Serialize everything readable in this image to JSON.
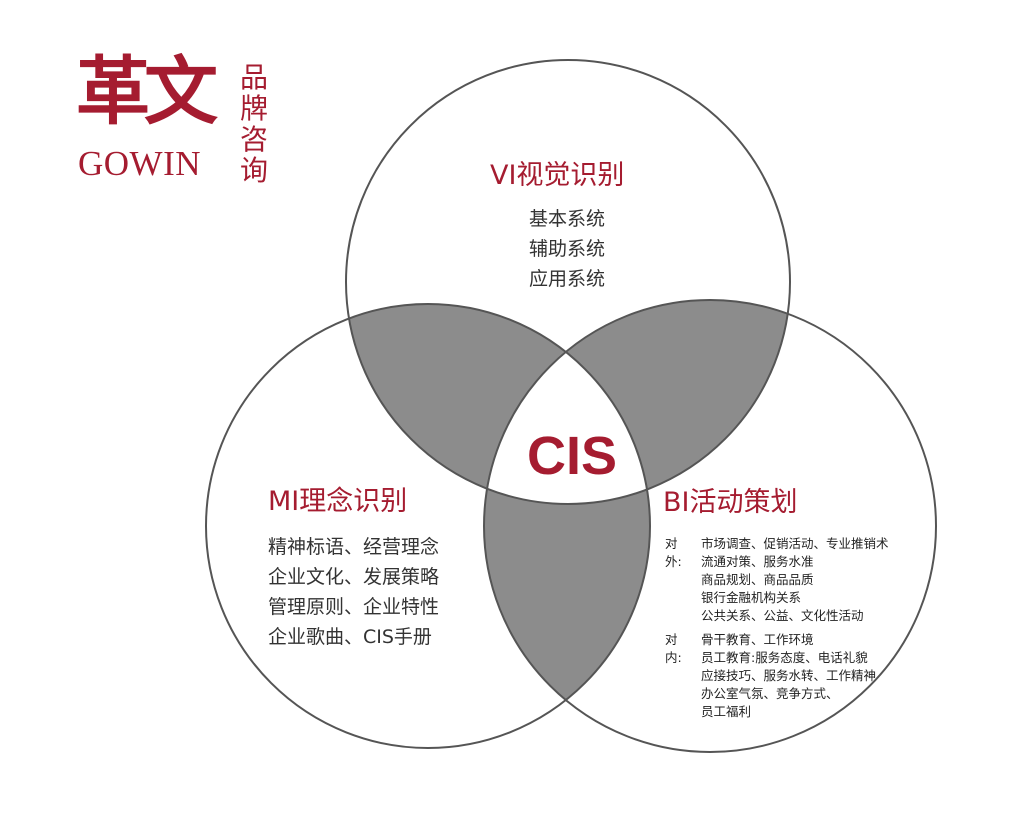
{
  "logo": {
    "chinese": "革文",
    "latin": "GOWIN",
    "vertical": "品牌咨询"
  },
  "center": "CIS",
  "vi": {
    "title": "VI视觉识别",
    "items": [
      "基本系统",
      "辅助系统",
      "应用系统"
    ]
  },
  "mi": {
    "title": "MI理念识别",
    "items": [
      "精神标语、经营理念",
      "企业文化、发展策略",
      "管理原则、企业特性",
      "企业歌曲、CIS手册"
    ]
  },
  "bi": {
    "title": "BI活动策划",
    "external_label": "对外:",
    "external": [
      "市场调查、促销活动、专业推销术",
      "流通对策、服务水准",
      "商品规划、商品品质",
      "银行金融机构关系",
      "公共关系、公益、文化性活动"
    ],
    "internal_label": "对内:",
    "internal": [
      "骨干教育、工作环境",
      "员工教育:服务态度、电话礼貌",
      "应接技巧、服务水转、工作精神",
      "办公室气氛、竞争方式、",
      "员工福利"
    ]
  },
  "colors": {
    "accent": "#a51c30",
    "overlap": "#8c8c8c",
    "outline": "#555555"
  }
}
